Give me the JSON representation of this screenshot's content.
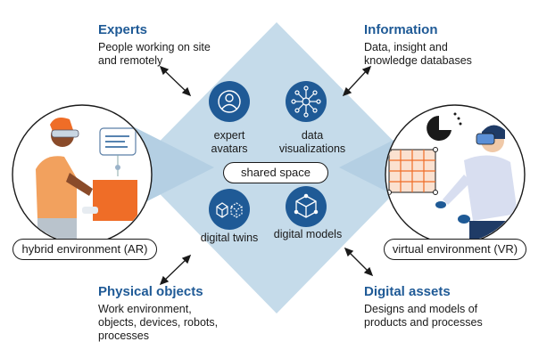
{
  "experts": {
    "title": "Experts",
    "text": "People working on site and remotely"
  },
  "information": {
    "title": "Information",
    "text": "Data, insight and knowledge databases"
  },
  "physical": {
    "title": "Physical objects",
    "text": "Work environment, objects, devices, robots, processes"
  },
  "digital": {
    "title": "Digital assets",
    "text": "Designs and models of products and processes"
  },
  "nodes": {
    "avatars": "expert avatars",
    "viz": "data visualizations",
    "twins": "digital twins",
    "models": "digital models"
  },
  "center": "shared space",
  "env_ar": "hybrid environment (AR)",
  "env_vr": "virtual environment (VR)",
  "icons": [
    "avatar-icon",
    "network-icon",
    "twin-cubes-icon",
    "cube-icon"
  ],
  "colors": {
    "diamond": "#c5dbea",
    "node": "#1f5a96",
    "title": "#1f5a96",
    "accent_orange": "#ef6d27",
    "ring": "#1a1a1a"
  }
}
